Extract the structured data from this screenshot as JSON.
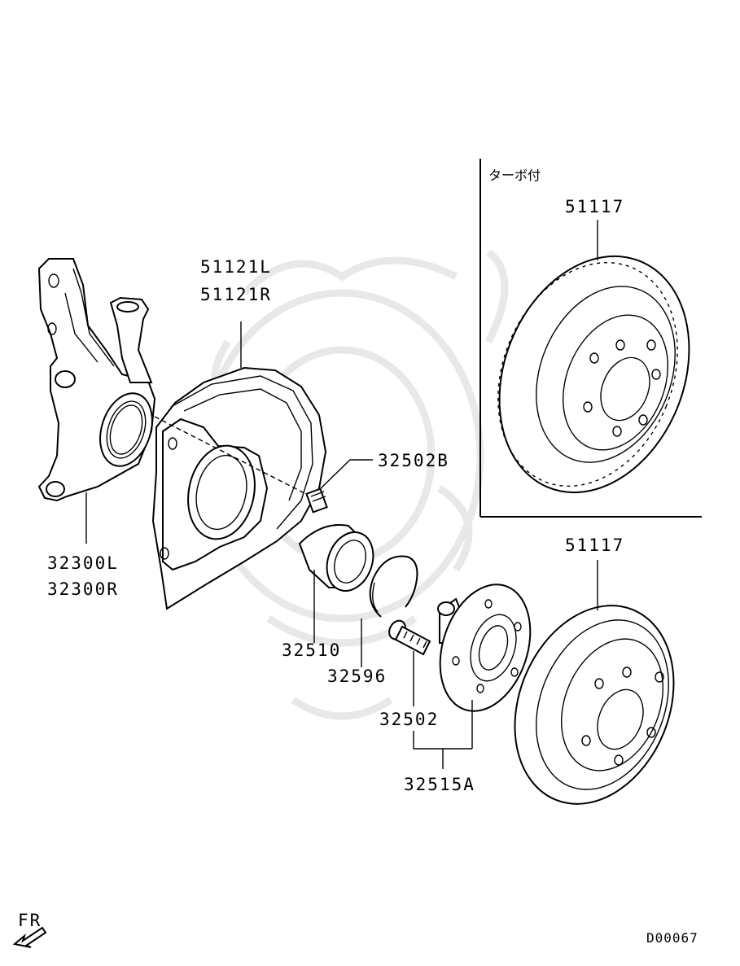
{
  "labels": {
    "knuckle_l": "32300L",
    "knuckle_r": "32300R",
    "dust_cover_l": "51121L",
    "dust_cover_r": "51121R",
    "bolt": "32502B",
    "bearing": "32510",
    "snap_ring": "32596",
    "hub_bolt": "32502",
    "hub_assy": "32515A",
    "rotor_inset": "51117",
    "rotor_main": "51117",
    "inset_note": "ターボ付",
    "direction": "FR",
    "diagram_code": "D00067"
  }
}
